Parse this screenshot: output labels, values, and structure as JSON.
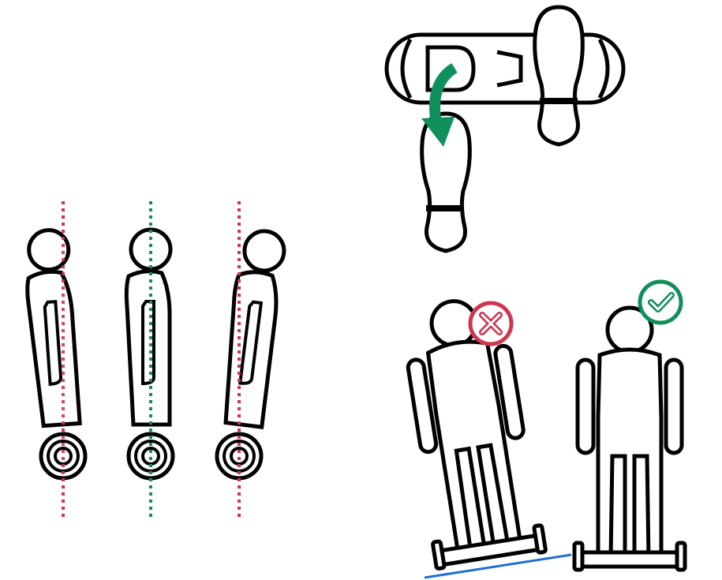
{
  "colors": {
    "outline": "#000000",
    "wrong": "#d0354e",
    "correct": "#0f8f5c",
    "arrow": "#0f8f5c",
    "tilt_line": "#1f6fd1"
  },
  "icons": {
    "wrong_badge": "x-mark-icon",
    "correct_badge": "check-mark-icon",
    "step_arrow": "curved-arrow-icon"
  },
  "posture_figures": [
    {
      "lean": "backward",
      "verdict": "wrong"
    },
    {
      "lean": "upright",
      "verdict": "correct"
    },
    {
      "lean": "forward",
      "verdict": "wrong"
    }
  ],
  "balance_figures": [
    {
      "stance": "tilted",
      "verdict": "wrong"
    },
    {
      "stance": "level",
      "verdict": "correct"
    }
  ]
}
